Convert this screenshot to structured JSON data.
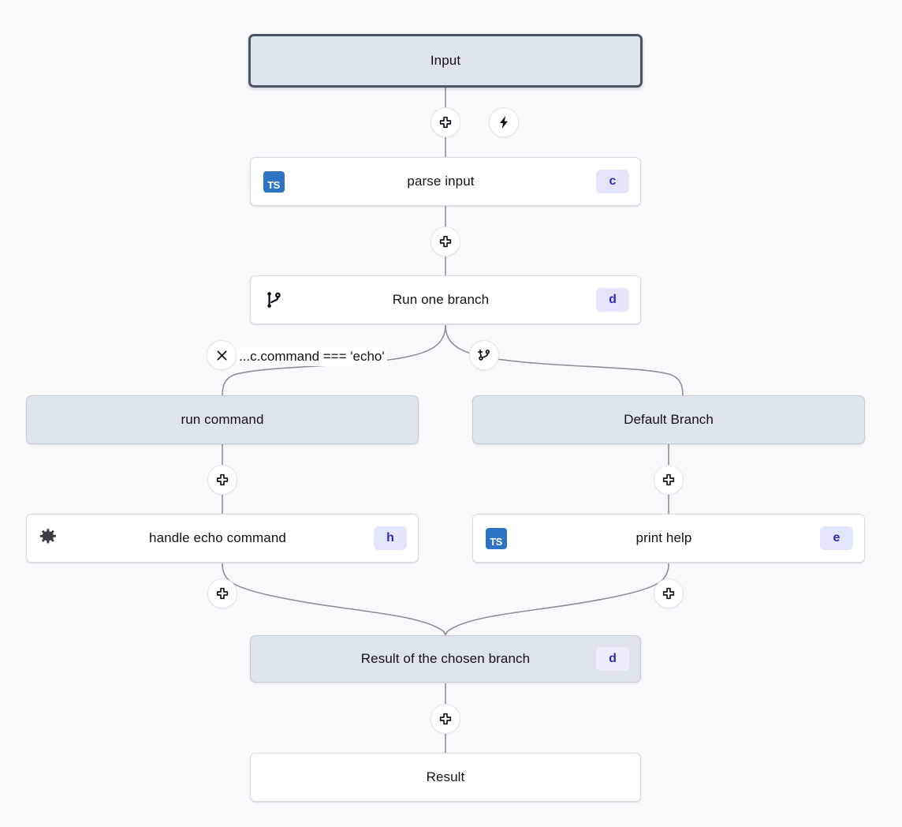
{
  "canvas": {
    "background_color": "#f7f9fb",
    "selected_node": "Input"
  },
  "palette": {
    "io_node_fill": "#dde4eb",
    "io_node_border": "#c3ccd5",
    "step_node_fill": "#ffffff",
    "step_node_border": "#d6dbe1",
    "selected_border": "#4b5563",
    "badge_bg": "#e3e6fb",
    "badge_text": "#2f2bbd",
    "ts_icon_bg": "#2d74c4",
    "edge_stroke": "#8b9199"
  },
  "nodes": {
    "input": {
      "label": "Input",
      "type": "input",
      "style": "selected"
    },
    "parse_input": {
      "label": "parse input",
      "icon": "typescript-icon",
      "icon_text": "TS",
      "badge": "c"
    },
    "run_one_branch": {
      "label": "Run one branch",
      "icon": "git-branch-icon",
      "badge": "d"
    },
    "run_command": {
      "label": "run command",
      "type": "branch"
    },
    "default_branch": {
      "label": "Default Branch",
      "type": "branch"
    },
    "handle_echo_command": {
      "label": "handle echo command",
      "icon": "puzzle-icon",
      "badge": "h"
    },
    "print_help": {
      "label": "print help",
      "icon": "typescript-icon",
      "icon_text": "TS",
      "badge": "e"
    },
    "result_of_chosen_branch": {
      "label": "Result of the chosen branch",
      "type": "branch-result",
      "badge": "d"
    },
    "result": {
      "label": "Result",
      "type": "result"
    }
  },
  "edges": {
    "branch_condition_label": "...c.command === 'echo'"
  },
  "controls": {
    "add_step_tooltip": "+",
    "trigger_icon": "lightning-icon",
    "remove_branch_icon": "close-icon",
    "add_branch_icon": "add-branch-icon"
  }
}
